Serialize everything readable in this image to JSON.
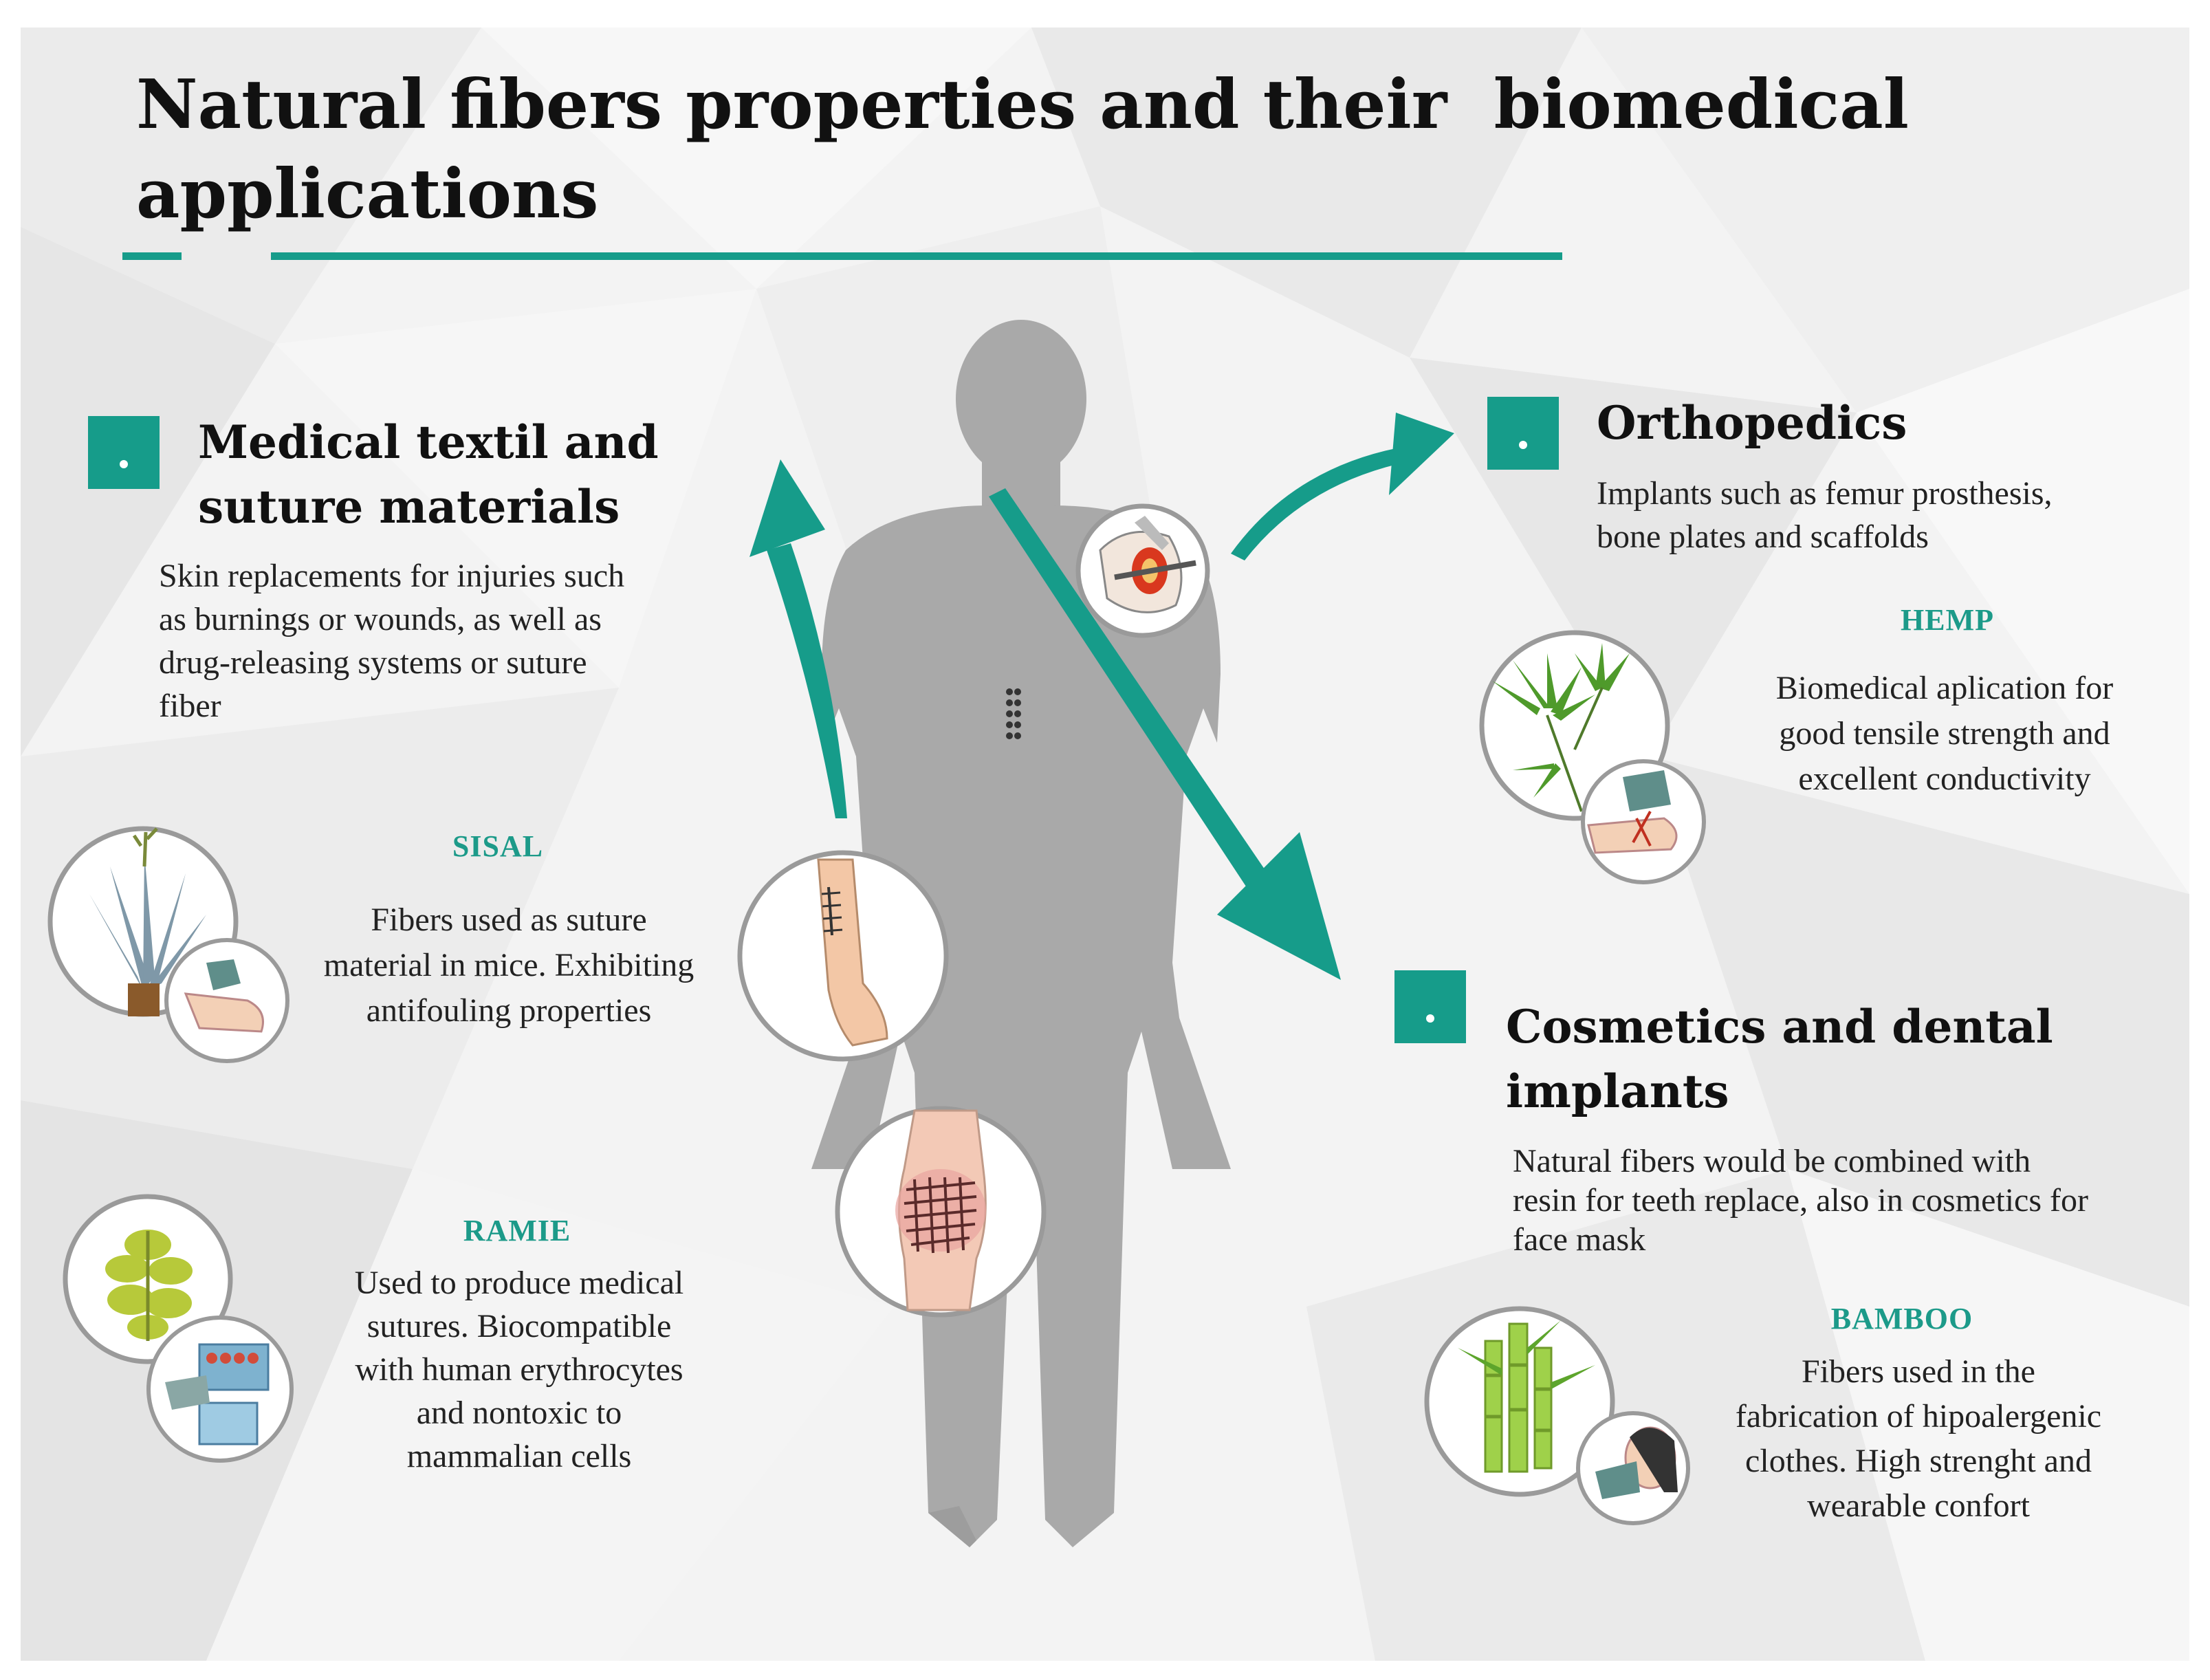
{
  "title": {
    "line1": "Natural fibers properties and their  biomedical",
    "line2": "applications"
  },
  "colors": {
    "accent": "#169c8a",
    "figure": "#a9a9a9",
    "fiber_label": "#1c9a89"
  },
  "sections": {
    "medical_textile": {
      "heading_line1": "Medical textil and",
      "heading_line2": "suture materials",
      "description": [
        "Skin replacements for injuries such",
        "as burnings or wounds, as well as",
        "drug-releasing systems or suture",
        "fiber"
      ]
    },
    "orthopedics": {
      "heading": "Orthopedics",
      "description": [
        "Implants such as femur prosthesis,",
        "bone plates and scaffolds"
      ]
    },
    "cosmetics": {
      "heading_line1": "Cosmetics and dental",
      "heading_line2": "implants",
      "description": [
        "Natural fibers would be combined with",
        "resin for teeth replace, also in cosmetics for",
        "face mask"
      ]
    }
  },
  "fibers": {
    "sisal": {
      "name": "SISAL",
      "description": [
        "Fibers used as suture",
        "material in mice. Exhibiting",
        "antifouling properties"
      ],
      "icon": "sisal-plant-icon"
    },
    "ramie": {
      "name": "RAMIE",
      "description": [
        "Used to produce medical",
        "sutures. Biocompatible",
        "with human erythrocytes",
        "and nontoxic to",
        "mammalian cells"
      ],
      "icon": "ramie-plant-icon"
    },
    "hemp": {
      "name": "HEMP",
      "description": [
        "Biomedical aplication for",
        "good tensile strength and",
        "excellent conductivity"
      ],
      "icon": "hemp-leaf-icon"
    },
    "bamboo": {
      "name": "BAMBOO",
      "description": [
        "Fibers used in the",
        "fabrication of hipoalergenic",
        "clothes. High strenght and",
        "wearable confort"
      ],
      "icon": "bamboo-icon"
    }
  }
}
